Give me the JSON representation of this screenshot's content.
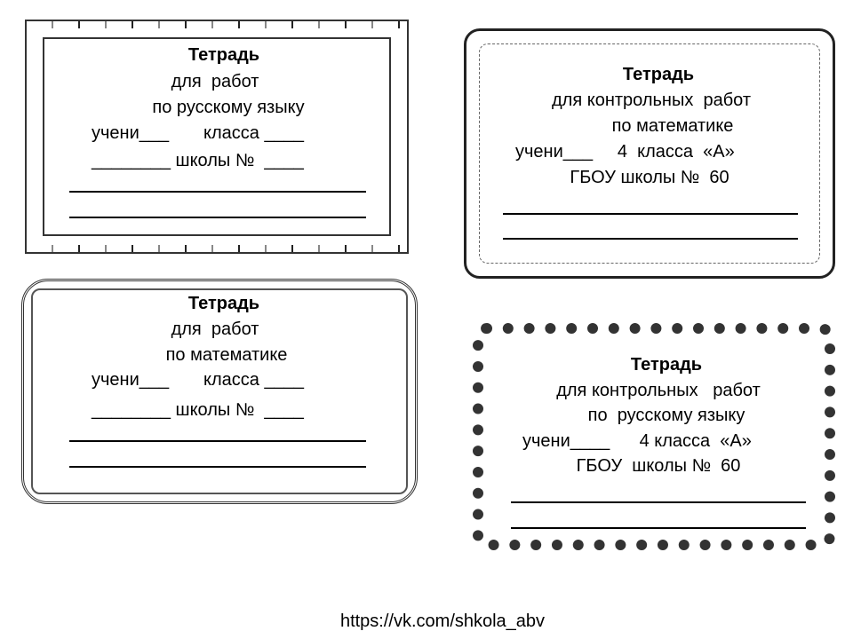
{
  "cards": [
    {
      "title": "Тетрадь",
      "line1": "для  работ",
      "line2": "по русскому языку",
      "line3": "учени___       класса ____",
      "line4": "________ школы №  ____"
    },
    {
      "title": "Тетрадь",
      "line1": "для контрольных  работ",
      "line2": "по математике",
      "line3": "учени___     4  класса  «А»",
      "line4": "ГБОУ школы №  60"
    },
    {
      "title": "Тетрадь",
      "line1": "для  работ",
      "line2": "по математике",
      "line3": "учени___       класса ____",
      "line4": "________ школы №  ____"
    },
    {
      "title": "Тетрадь",
      "line1": "для контрольных   работ",
      "line2": "по  русскому языку",
      "line3": "учени____      4 класса  «А»",
      "line4": "ГБОУ  школы №  60"
    }
  ],
  "footer": {
    "url": "https://vk.com/shkola_abv"
  }
}
